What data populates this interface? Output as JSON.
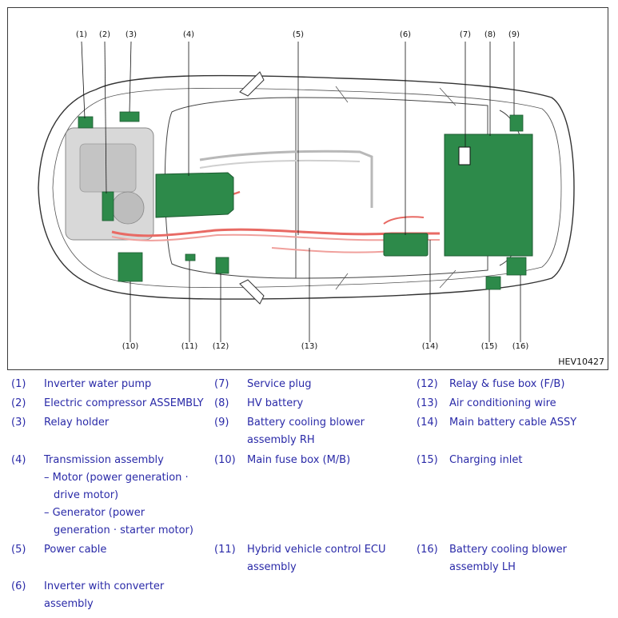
{
  "figure": {
    "id_label": "HEV10427",
    "callouts": [
      "(1)",
      "(2)",
      "(3)",
      "(4)",
      "(5)",
      "(6)",
      "(7)",
      "(8)",
      "(9)",
      "(10)",
      "(11)",
      "(12)",
      "(13)",
      "(14)",
      "(15)",
      "(16)"
    ],
    "colors": {
      "component_green": "#2d8a4a",
      "cable_red": "#e86a64",
      "outline": "#333333"
    }
  },
  "legend": [
    {
      "num": "(1)",
      "lines": [
        "Inverter water pump"
      ]
    },
    {
      "num": "(2)",
      "lines": [
        "Electric compressor ASSEMBLY"
      ]
    },
    {
      "num": "(3)",
      "lines": [
        "Relay holder"
      ]
    },
    {
      "num": "(4)",
      "lines": [
        "Transmission assembly"
      ],
      "subitems": [
        [
          "– Motor (power generation ·",
          "drive motor)"
        ],
        [
          "– Generator (power",
          "generation · starter motor)"
        ]
      ]
    },
    {
      "num": "(5)",
      "lines": [
        "Power cable"
      ]
    },
    {
      "num": "(6)",
      "lines": [
        "Inverter with converter",
        "assembly"
      ]
    },
    {
      "num": "(7)",
      "lines": [
        "Service plug"
      ]
    },
    {
      "num": "(8)",
      "lines": [
        "HV battery"
      ]
    },
    {
      "num": "(9)",
      "lines": [
        "Battery cooling blower",
        "assembly RH"
      ]
    },
    {
      "num": "(10)",
      "lines": [
        "Main fuse box (M/B)"
      ]
    },
    {
      "num": "(11)",
      "lines": [
        "Hybrid vehicle control ECU",
        "assembly"
      ]
    },
    {
      "num": "(12)",
      "lines": [
        "Relay & fuse box (F/B)"
      ]
    },
    {
      "num": "(13)",
      "lines": [
        "Air conditioning wire"
      ]
    },
    {
      "num": "(14)",
      "lines": [
        "Main battery cable ASSY"
      ]
    },
    {
      "num": "(15)",
      "lines": [
        "Charging inlet"
      ]
    },
    {
      "num": "(16)",
      "lines": [
        "Battery cooling blower",
        "assembly LH"
      ]
    }
  ]
}
